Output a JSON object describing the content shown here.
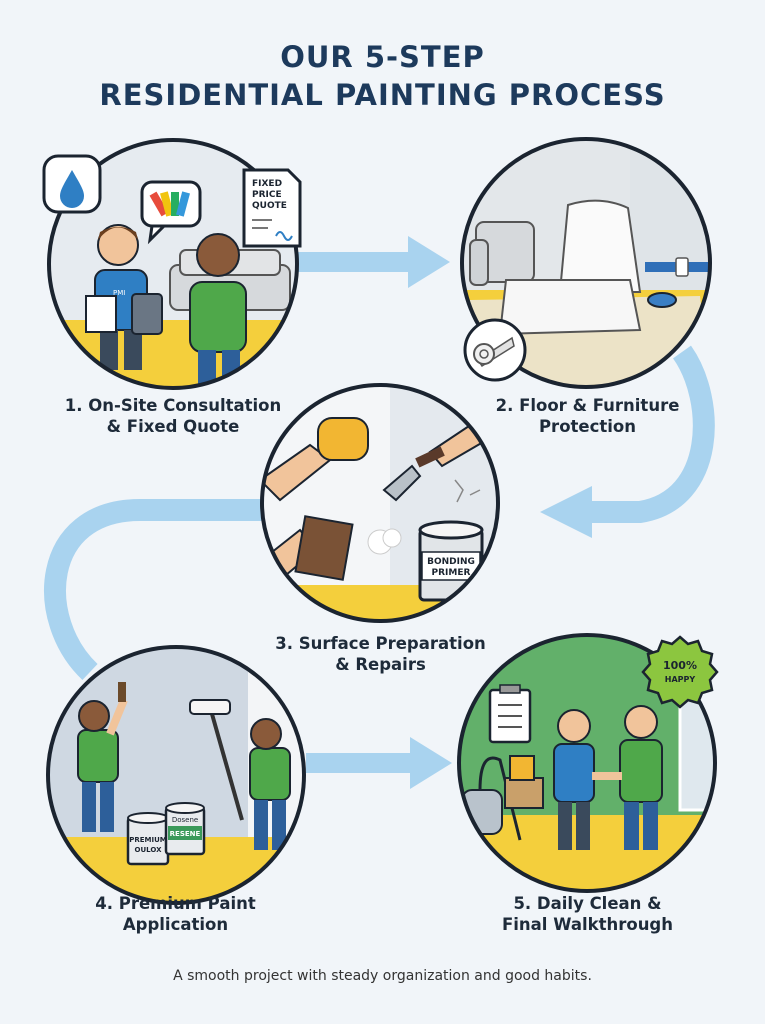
{
  "title": {
    "line1": "OUR 5-STEP",
    "line2": "RESIDENTIAL PAINTING PROCESS"
  },
  "steps": [
    {
      "label_line1": "1. On-Site Consultation",
      "label_line2": "& Fixed Quote",
      "texts": {
        "quote_line1": "FIXED",
        "quote_line2": "PRICE",
        "quote_line3": "QUOTE",
        "shirt": "PMI"
      }
    },
    {
      "label_line1": "2. Floor & Furniture",
      "label_line2": "Protection"
    },
    {
      "label_line1": "3. Surface Preparation",
      "label_line2": "& Repairs",
      "texts": {
        "can_line1": "BONDING",
        "can_line2": "PRIMER"
      }
    },
    {
      "label_line1": "4. Premium Paint",
      "label_line2": "Application",
      "texts": {
        "can1_line1": "PREMIUM",
        "can1_line2": "OULOX",
        "can2_top": "Dosene",
        "can2_band": "RESENE"
      }
    },
    {
      "label_line1": "5. Daily Clean &",
      "label_line2": "Final Walkthrough",
      "texts": {
        "badge_line1": "100%",
        "badge_line2": "HAPPY"
      }
    }
  ],
  "footer": "A smooth project with steady organization and good habits.",
  "colors": {
    "background": "#f1f5f9",
    "title": "#1d3a5c",
    "arrow": "#a9d3ef",
    "circle_border": "#1b2430",
    "floor_yellow": "#f4cf3c",
    "shirt_blue": "#2f7fc4",
    "shirt_green": "#4fa84a",
    "badge_green": "#8cc63f"
  }
}
